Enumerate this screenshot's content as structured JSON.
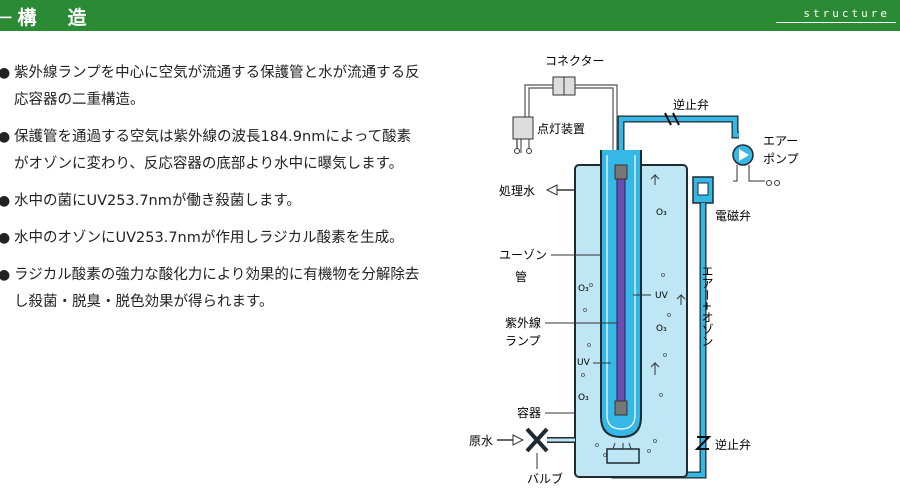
{
  "header": {
    "title": "─構　造",
    "subtitle": "structure"
  },
  "bullets": [
    {
      "text": "紫外線ランプを中心に空気が流通する保護管と水が流通する反応容器の二重構造。"
    },
    {
      "text": "保護管を通過する空気は紫外線の波長184.9nmによって酸素がオゾンに変わり、反応容器の底部より水中に曝気します。"
    },
    {
      "text": "水中の菌にUV253.7nmが働き殺菌します。"
    },
    {
      "text": "水中のオゾンにUV253.7nmが作用しラジカル酸素を生成。"
    },
    {
      "text": "ラジカル酸素の強力な酸化力により効果的に有機物を分解除去し殺菌・脱臭・脱色効果が得られます。"
    }
  ],
  "diagram": {
    "connector": "コネクター",
    "lighting_device": "点灯装置",
    "check_valve_top": "逆止弁",
    "air_pump_line1": "エアー",
    "air_pump_line2": "ポンプ",
    "solenoid_valve": "電磁弁",
    "treated_water": "処理水",
    "ozone_tube_line1": "ユーゾン",
    "ozone_tube_line2": "管",
    "uv_lamp_line1": "紫外線",
    "uv_lamp_line2": "ランプ",
    "container": "容器",
    "raw_water": "原水",
    "valve": "バルブ",
    "check_valve_bottom": "逆止弁",
    "air_ozone": "エアー+オゾン",
    "uv_label": "UV",
    "o3_label": "O₃"
  },
  "colors": {
    "header_bg": "#2b8a34",
    "water": "#bfe6f5",
    "tube": "#35b8e6",
    "lamp": "#6a4fb3",
    "pipe_stroke": "#1f2a33"
  }
}
